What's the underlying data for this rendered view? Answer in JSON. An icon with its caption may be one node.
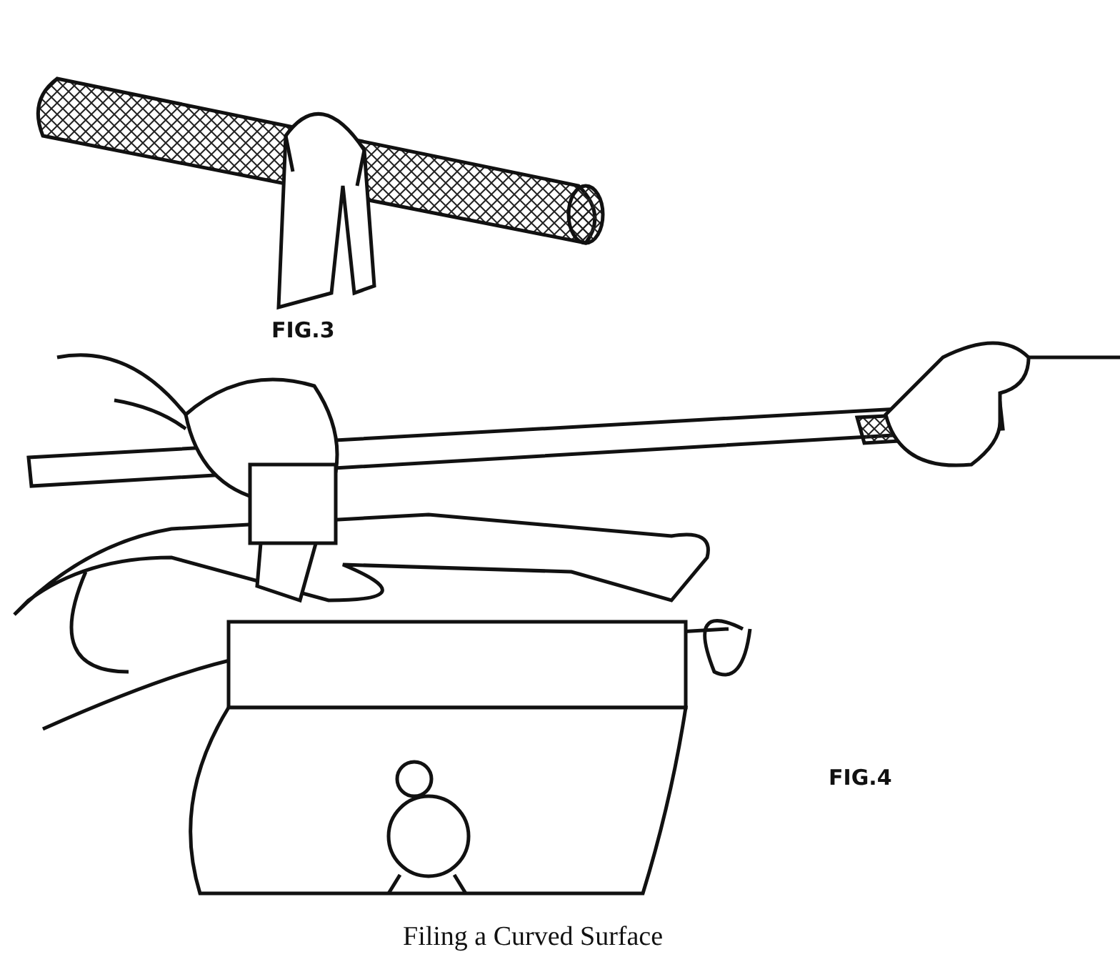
{
  "diagram": {
    "caption": "Filing a Curved Surface",
    "labels": [
      "FIG.3",
      "FIG.4"
    ]
  }
}
